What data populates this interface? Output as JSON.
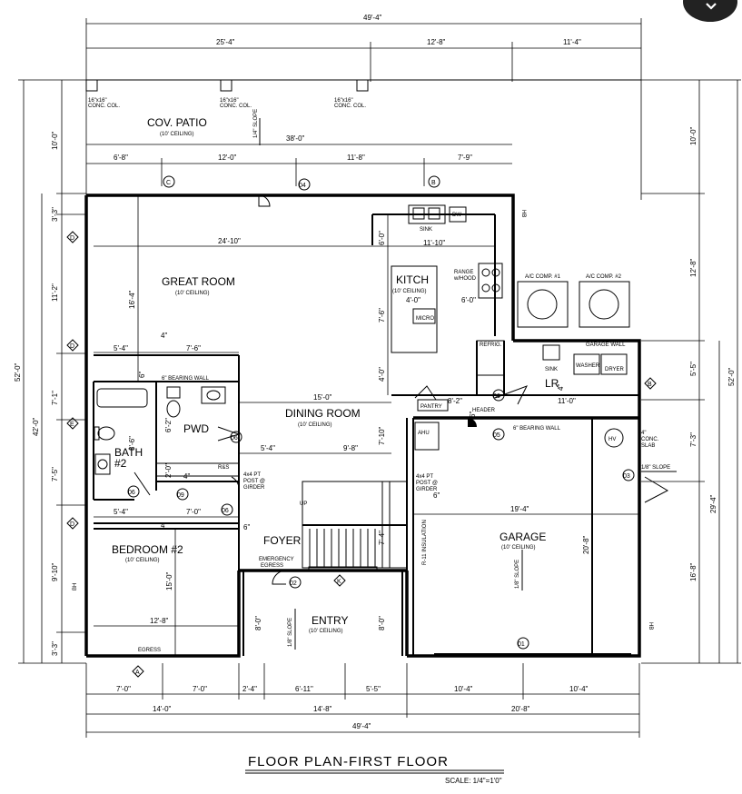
{
  "title": "FLOOR PLAN-FIRST FLOOR",
  "scale": "SCALE: 1/4\"=1'0\"",
  "dims": {
    "top_overall": "49'-4\"",
    "top_a": "25'-4\"",
    "top_b": "12'-8\"",
    "top_c": "11'-4\"",
    "patio_width": "38'-0\"",
    "row_a": "6'-8\"",
    "row_b": "12'-0\"",
    "row_c": "11'-8\"",
    "row_d": "7'-9\"",
    "great_room_w": "24'-10\"",
    "kitchen_w": "11'-10\"",
    "great_room_h": "16'-4\"",
    "kitchen_h": "7'-6\"",
    "kitchen_6a": "6'-0\"",
    "kitchen_4": "4'-0\"",
    "kitchen_6b": "6'-0\"",
    "kitchen_below": "4'-0\"",
    "bath_w": "5'-4\"",
    "pwd_w": "7'-6\"",
    "dining_w": "15'-0\"",
    "pwd_h": "6'-2\"",
    "bath_h": "8'-6\"",
    "dining_a": "5'-4\"",
    "dining_b": "9'-8\"",
    "dining_h": "7'-10\"",
    "lr_a": "8'-2\"",
    "lr_b": "11'-0\"",
    "bed_a": "5'-4\"",
    "bed_b": "7'-0\"",
    "bed_h": "15'-0\"",
    "bed_w": "12'-8\"",
    "foyer_h": "7'-4\"",
    "garage_w": "19'-4\"",
    "garage_h": "20'-8\"",
    "entry_h1": "8'-0\"",
    "entry_h2": "8'-0\"",
    "left_total": "52'-0\"",
    "left_sub": "42'-0\"",
    "l_a": "10'-0\"",
    "l_b": "3'-3\"",
    "l_c": "11'-2\"",
    "l_d": "7'-1\"",
    "l_e": "7'-5\"",
    "l_f": "9'-10\"",
    "l_g": "3'-3\"",
    "right_total": "52'-0\"",
    "right_sub": "29'-4\"",
    "r_a": "10'-0\"",
    "r_b": "12'-8\"",
    "r_c": "5'-5\"",
    "r_d": "7'-3\"",
    "r_e": "16'-8\"",
    "bot_a": "7'-0\"",
    "bot_b": "7'-0\"",
    "bot_c": "2'-4\"",
    "bot_d": "6'-11\"",
    "bot_e": "5'-5\"",
    "bot_f": "10'-4\"",
    "bot_g": "10'-4\"",
    "bot_h": "14'-0\"",
    "bot_i": "14'-8\"",
    "bot_j": "20'-8\"",
    "bot_total": "49'-4\"",
    "d4a": "4\"",
    "d4b": "4\"",
    "d4c": "4\"",
    "d4d": "4\"",
    "d6a": "6\"",
    "d6b": "6\"",
    "d6c": "6\"",
    "d6d": "6\"",
    "d2": "2'-0\""
  },
  "rooms": {
    "cov_patio": "COV. PATIO",
    "patio_ceiling": "(10' CEILING)",
    "great_room": "GREAT ROOM",
    "great_ceiling": "(10' CEILING)",
    "kitchen": "KITCH",
    "kitchen_ceiling": "(10' CEILING)",
    "dining": "DINING ROOM",
    "dining_ceiling": "(10' CEILING)",
    "pwd": "PWD",
    "bath": "BATH",
    "bath_num": "#2",
    "bedroom": "BEDROOM #2",
    "bedroom_ceiling": "(10' CEILING)",
    "foyer": "FOYER",
    "entry": "ENTRY",
    "entry_ceiling": "(10' CEILING)",
    "garage": "GARAGE",
    "garage_ceiling": "(10' CEILING)",
    "lr": "LR"
  },
  "labels": {
    "col1": "16\"x16\"",
    "col1b": "CONC. COL.",
    "col2": "16\"x16\"",
    "col2b": "CONC. COL.",
    "col3": "16\"x16\"",
    "col3b": "CONC. COL.",
    "slope_patio": "1/4\" SLOPE",
    "sink": "SINK",
    "dw": "DW",
    "range": "RANGE",
    "hood": "w/HOOD",
    "micro": "MICRO",
    "refrig": "REFRIG.",
    "pantry": "PANTRY",
    "header": "HEADER",
    "ac1": "A/C COMP. #1",
    "ac2": "A/C COMP. #2",
    "garage_wall": "GARAGE WALL",
    "lr_sink": "SINK",
    "washer": "WASHER",
    "dryer": "DRYER",
    "bearing1": "6\" BEARING WALL",
    "bearing2": "6\" BEARING WALL",
    "hv": "HV",
    "conc1": "4\"",
    "conc2": "CONC.",
    "conc3": "SLAB",
    "slope_right": "1/8\" SLOPE",
    "ahu": "AHU",
    "post1a": "4x4 PT",
    "post1b": "POST @",
    "post1c": "GIRDER",
    "post2a": "4x4 PT",
    "post2b": "POST @",
    "post2c": "GIRDER",
    "rs": "R&S",
    "up": "UP",
    "insulation": "R-11 INSULATION",
    "emergency1": "EMERGENCY",
    "emergency2": "EGRESS",
    "egress": "EGRESS",
    "slope_entry": "1/8\" SLOPE",
    "slope_garage": "1/8\" SLOPE",
    "hb1": "HB",
    "hb2": "HB",
    "bh": "BH"
  },
  "tags": {
    "c": "C",
    "d04": "04",
    "b": "B",
    "d_top": "D",
    "d_mid": "D",
    "d_bot": "D",
    "e": "E",
    "b_right": "B",
    "k": "K",
    "a": "A",
    "t01": "01",
    "t02": "02",
    "t03": "03",
    "t05": "05",
    "t06a": "06",
    "t06b": "06",
    "t06c": "06",
    "t06d": "06",
    "t09": "09"
  }
}
